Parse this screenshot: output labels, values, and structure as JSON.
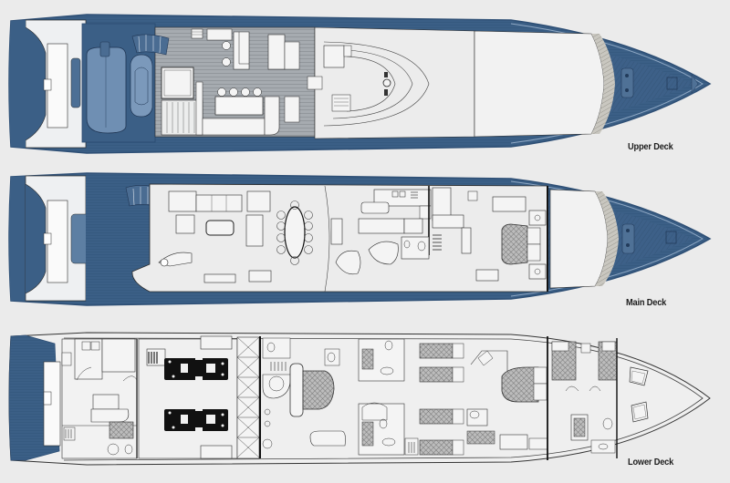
{
  "diagram": {
    "type": "yacht-deck-plan",
    "background_color": "#ebebeb",
    "colors": {
      "hull_blue": "#3b5f86",
      "hull_blue_dark": "#2e4f75",
      "hull_blue_light": "#5d7fa3",
      "teak_grey": "#a9adb1",
      "interior_fill": "#f0f0f0",
      "line": "#2a2a2a",
      "bed_hatch": "#7a7a7a",
      "tender_blue": "#6f8fb3"
    },
    "decks": [
      {
        "id": "upper",
        "label": "Upper Deck",
        "areas": [
          "stern swim platform",
          "tender garage with jet ski and tender",
          "aft teak sundeck",
          "jacuzzi",
          "bar with 4 stools",
          "BBQ/wet bar",
          "sofas",
          "helm station",
          "forward sunpad",
          "foredeck with anchor windlass"
        ]
      },
      {
        "id": "main",
        "label": "Main Deck",
        "areas": [
          "stern swim platform",
          "aft deck",
          "curved aft stairs",
          "salon with sofas and coffee table",
          "dining table for 8",
          "spiral staircase",
          "galley",
          "day head",
          "master stateroom with king bed",
          "forward deck lounge",
          "foredeck with windlass"
        ]
      },
      {
        "id": "lower",
        "label": "Lower Deck",
        "areas": [
          "swim platform",
          "crew quarters",
          "crew galley",
          "engine room with 2 engines",
          "VIP stateroom",
          "twin cabins with bunk beds",
          "guest stateroom",
          "forward crew cabins",
          "forepeak"
        ]
      }
    ]
  }
}
